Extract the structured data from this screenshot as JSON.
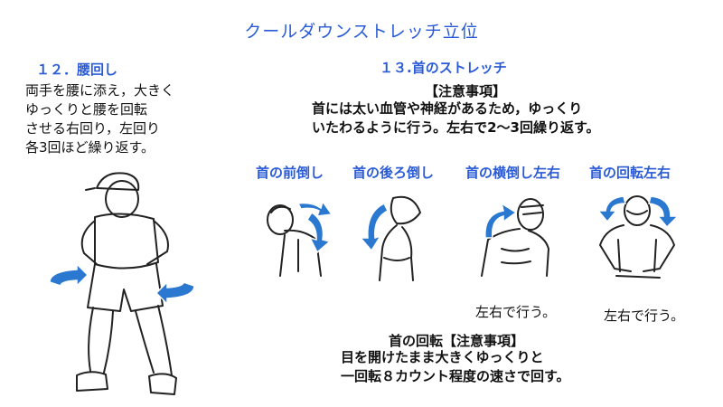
{
  "title": "クールダウンストレッチ立位",
  "section12": {
    "heading": "１２．腰回し",
    "lines": [
      "両手を腰に添え，大きく",
      "ゆっくりと腰を回転",
      "させる右回り，左回り",
      "各3回ほど繰り返す。"
    ]
  },
  "section13": {
    "heading": "１３.首のストレッチ",
    "caution_heading": "【注意事項】",
    "caution_lines": [
      "首には太い血管や神経があるため，ゆっくり",
      "いたわるように行う。左右で2～3回繰り返す。"
    ],
    "captions": [
      "首の前倒し",
      "首の後ろ倒し",
      "首の横倒し左右",
      "首の回転左右"
    ],
    "notes": [
      "左右で行う。",
      "左右で行う。"
    ]
  },
  "rotation_caution": {
    "heading": "首の回転【注意事項】",
    "lines": [
      "目を開けたまま大きくゆっくりと",
      "一回転８カウント程度の速さで回す。"
    ]
  },
  "colors": {
    "accent": "#2a5bd7",
    "arrow": "#2a78d0"
  }
}
